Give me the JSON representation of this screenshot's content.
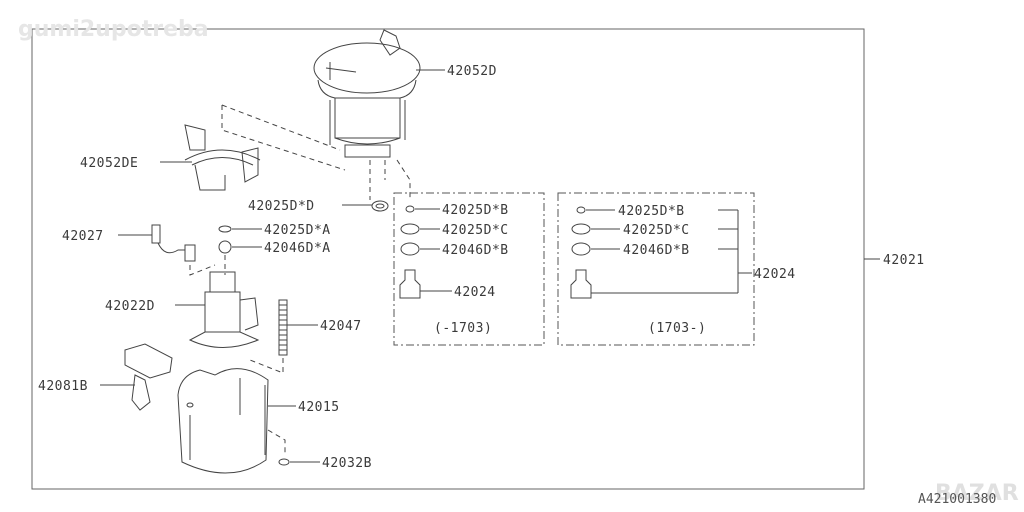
{
  "watermarks": {
    "top_left": "gumi2upotreba",
    "bottom_right": "BAZAR"
  },
  "diagram_code": "A421001380",
  "assembly_label": "42021",
  "parts": {
    "fuel_pump_cover": "42052D",
    "retainer": "42052DE",
    "gasket_d": "42025D*D",
    "harness": "42027",
    "ring_a": "42025D*A",
    "cap_a": "42046D*A",
    "fuel_pump": "42022D",
    "spring": "42047",
    "bracket": "42081B",
    "reservoir": "42015",
    "clip": "42032B"
  },
  "groups": [
    {
      "range": "(-1703)",
      "items": [
        "42025D*B",
        "42025D*C",
        "42046D*B",
        "42024"
      ]
    },
    {
      "range": "(1703-)",
      "items": [
        "42025D*B",
        "42025D*C",
        "42046D*B"
      ],
      "bracket_label": "42024"
    }
  ]
}
